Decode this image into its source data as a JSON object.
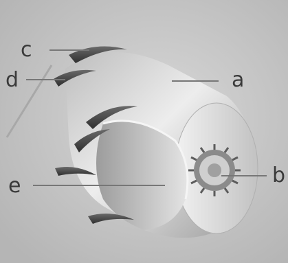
{
  "diagram": {
    "labels": {
      "a": "a",
      "b": "b",
      "c": "c",
      "d": "d",
      "e": "e"
    }
  },
  "colors": {
    "background": "#c9c9c9",
    "body_light": "#e6e6e6",
    "body_shadow": "#8f8f8f",
    "fin_dark": "#4a4a4a",
    "leader": "#777777",
    "label_text": "#3a3a3a"
  }
}
